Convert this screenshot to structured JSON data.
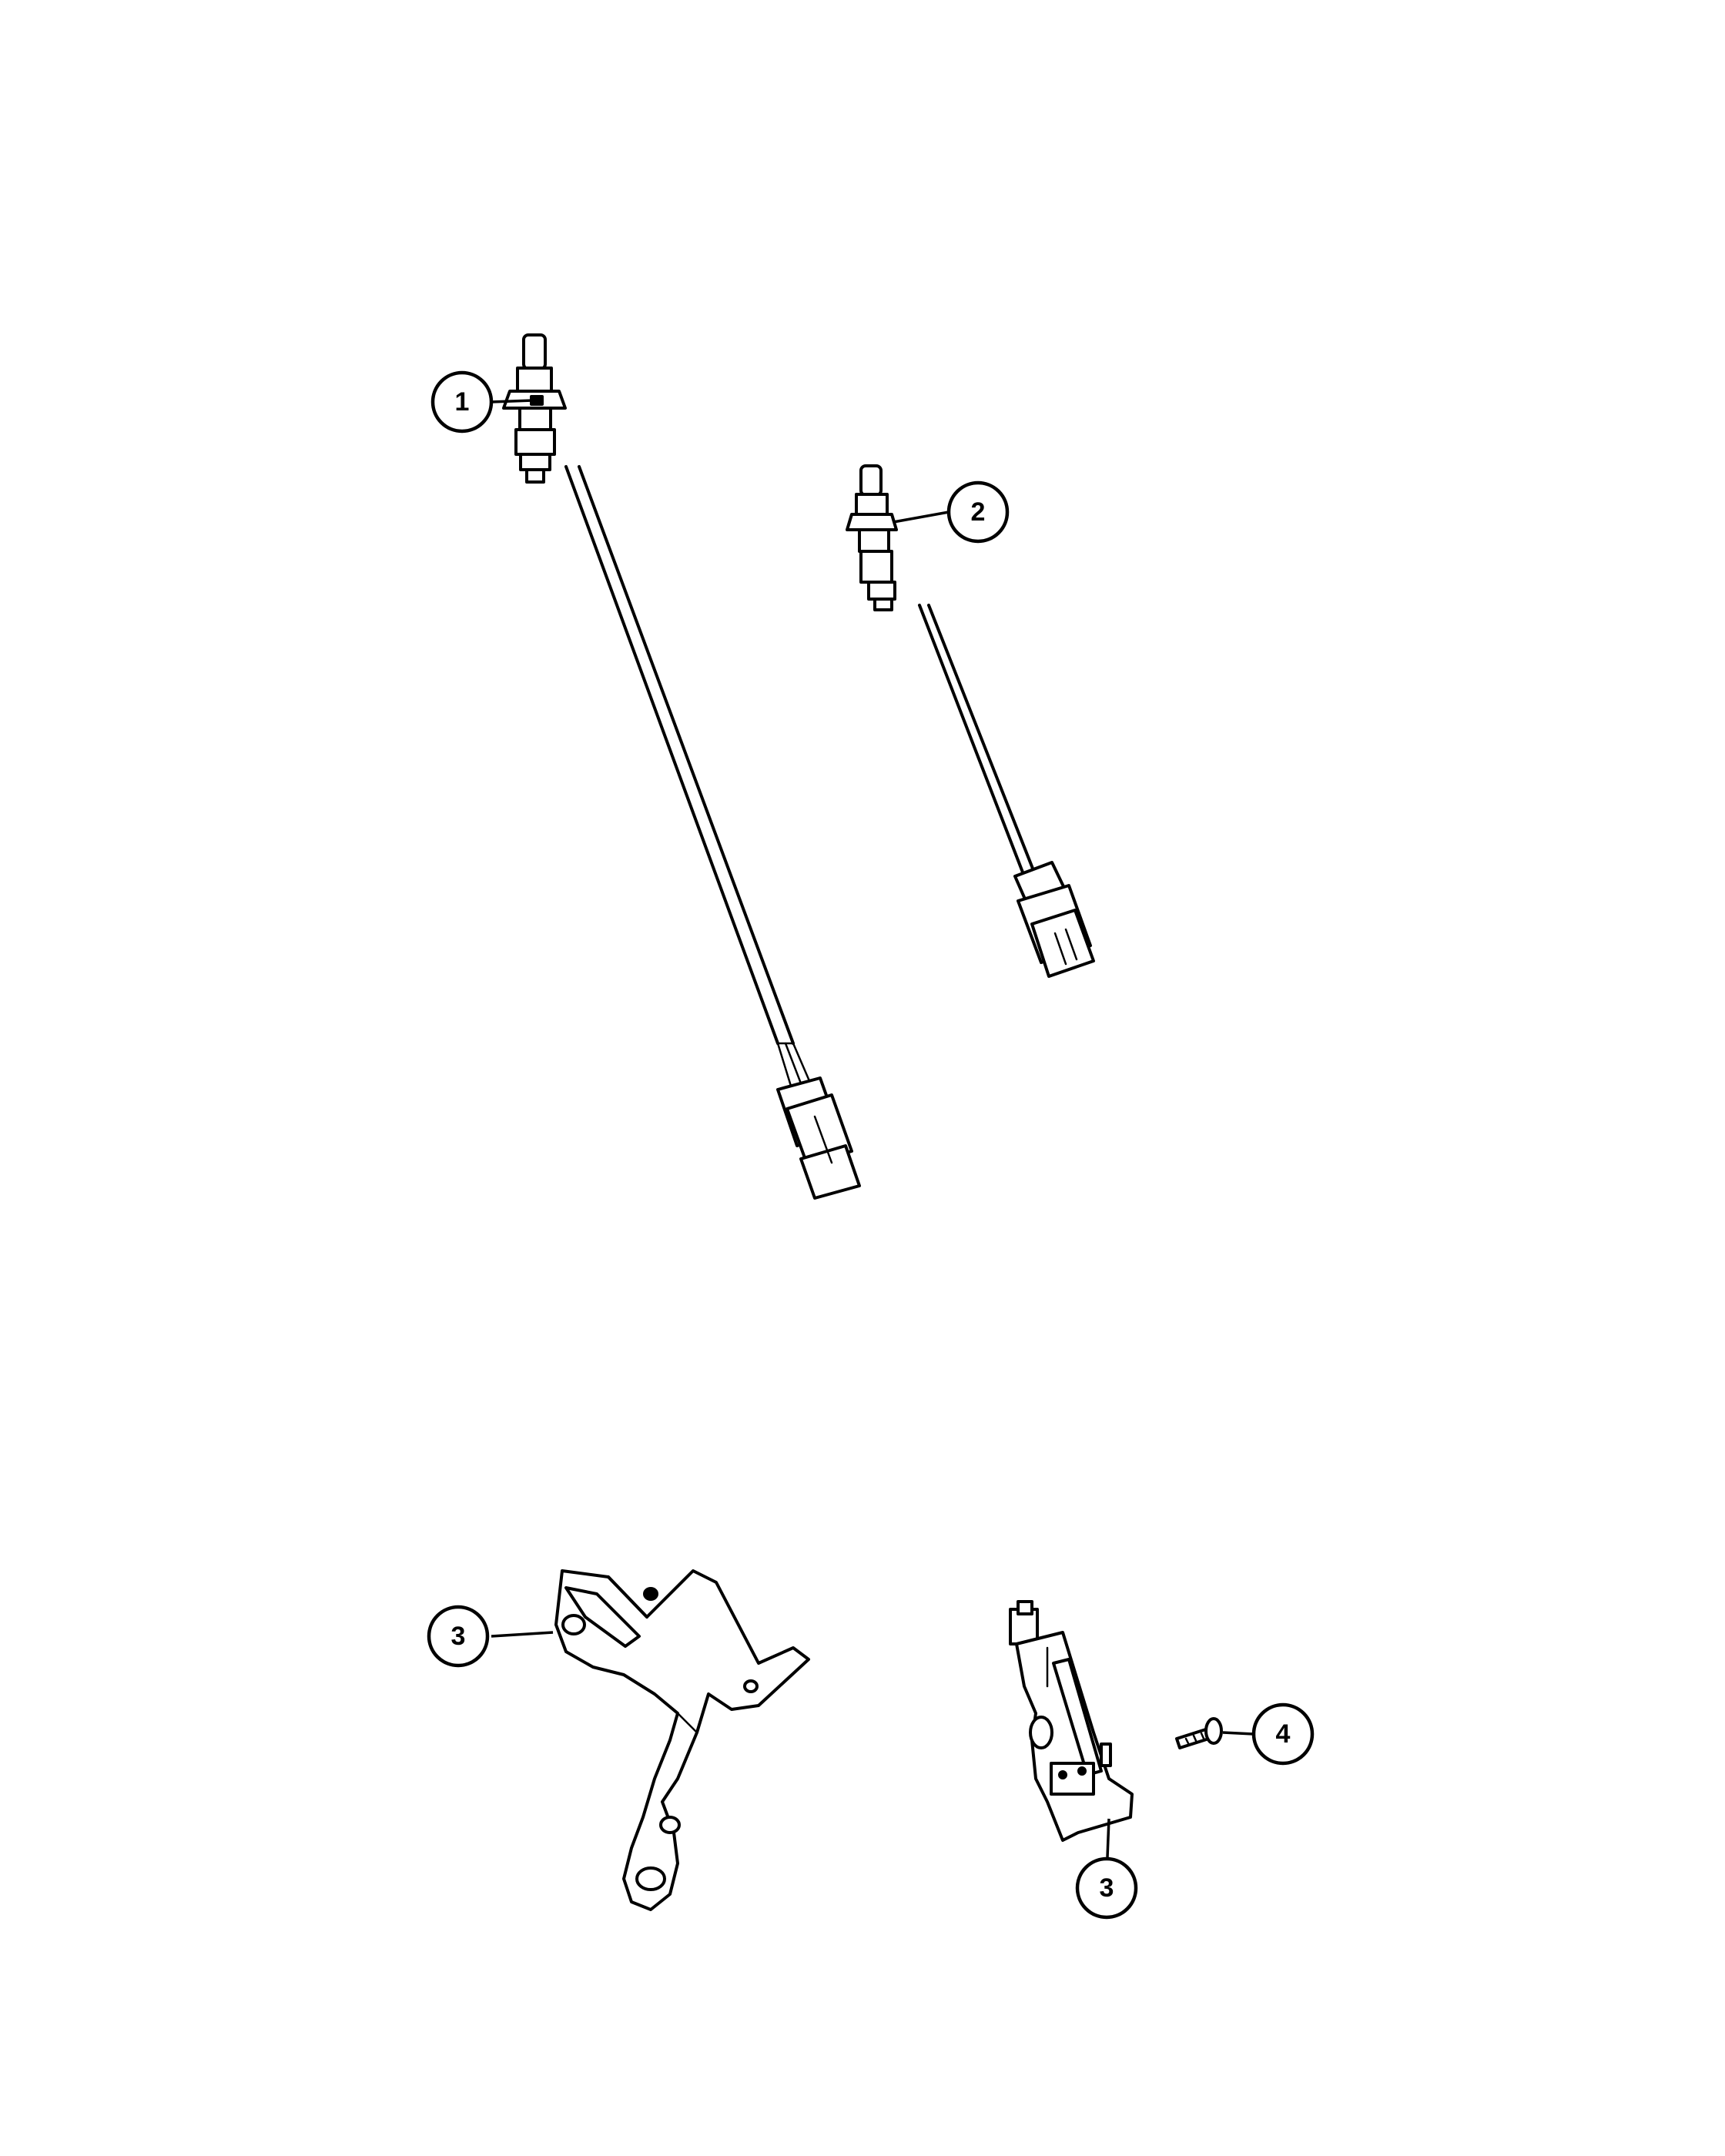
{
  "callouts": [
    {
      "id": "c1",
      "label": "1"
    },
    {
      "id": "c2",
      "label": "2"
    },
    {
      "id": "c3a",
      "label": "3"
    },
    {
      "id": "c3b",
      "label": "3"
    },
    {
      "id": "c4",
      "label": "4"
    }
  ]
}
